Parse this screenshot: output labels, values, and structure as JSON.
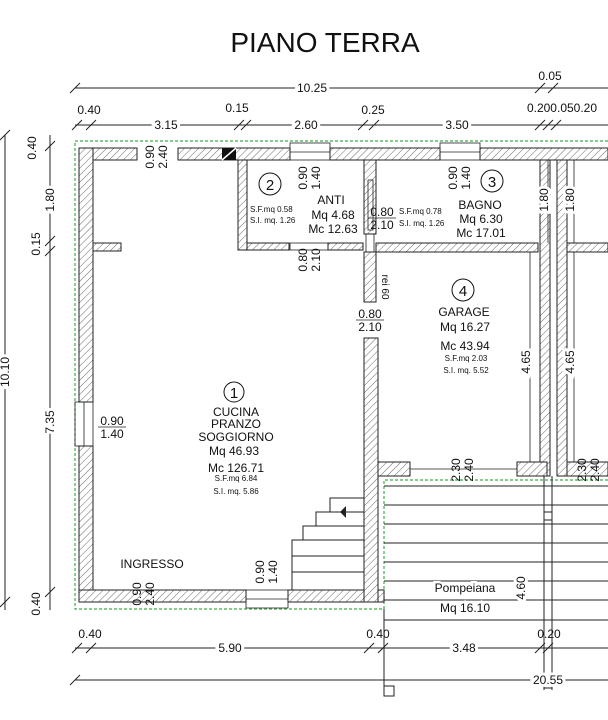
{
  "title": "PIANO TERRA",
  "dims_top": {
    "overall": "10.25",
    "right_extra": "0.05",
    "seg_a": "0.40",
    "seg_b": "3.15",
    "seg_c": "0.15",
    "seg_d": "2.60",
    "seg_e": "0.25",
    "seg_f": "3.50",
    "seg_g": "0.200.050.20"
  },
  "dims_left": {
    "overall": "10.10",
    "top": "0.40",
    "upper": "1.80",
    "mid": "0.15",
    "lower": "7.35",
    "bottom": "0.40"
  },
  "dims_bottom": {
    "seg_a": "0.40",
    "seg_b": "5.90",
    "seg_c": "0.40",
    "seg_d": "3.48",
    "seg_e": "0.20",
    "overall": "20.55"
  },
  "rooms": [
    {
      "num": "1",
      "name1": "CUCINA",
      "name2": "PRANZO",
      "name3": "SOGGIORNO",
      "mq": "Mq 46.93",
      "mc": "Mc 126.71",
      "sf": "S.F.mq 6.84",
      "si": "S.I. mq. 5.86"
    },
    {
      "num": "2",
      "name": "ANTI",
      "mq": "Mq 4.68",
      "mc": "Mc 12.63",
      "sf": "S.F.mq 0.58",
      "si": "S.I. mq. 1.26"
    },
    {
      "num": "3",
      "name": "BAGNO",
      "mq": "Mq 6.30",
      "mc": "Mc 17.01",
      "sf": "S.F.mq 0.78",
      "si": "S.I. mq. 1.26"
    },
    {
      "num": "4",
      "name": "GARAGE",
      "mq": "Mq 16.27",
      "mc": "Mc 43.94",
      "sf": "S.F.mq 2.03",
      "si": "S.I. mq. 5.52"
    }
  ],
  "openings": {
    "kitchen_top_a": "0.90",
    "kitchen_top_b": "2.40",
    "anti_win_a": "0.90",
    "anti_win_b": "1.40",
    "bagno_win_a": "0.90",
    "bagno_win_b": "1.40",
    "door_anti_a": "0.80",
    "door_anti_b": "2.10",
    "door_bagno_a": "0.80",
    "door_bagno_b": "2.10",
    "rei": "rei 60",
    "door_garage_a": "0.80",
    "door_garage_b": "2.10",
    "left_win_a": "0.90",
    "left_win_b": "1.40",
    "garage_door_a": "2.30",
    "garage_door_b": "2.40",
    "right_door_a": "2.30",
    "right_door_b": "2.40",
    "entry_a": "0.90",
    "entry_b": "2.40",
    "bottom_win_a": "0.90",
    "bottom_win_b": "1.40",
    "garage_height_1": "4.65",
    "garage_height_2": "4.65",
    "right_upper": "1.80",
    "pompeiana_depth": "4.60"
  },
  "labels": {
    "ingresso": "INGRESSO",
    "pompeiana": "Pompeiana",
    "pompeiana_mq": "Mq 16.10"
  }
}
